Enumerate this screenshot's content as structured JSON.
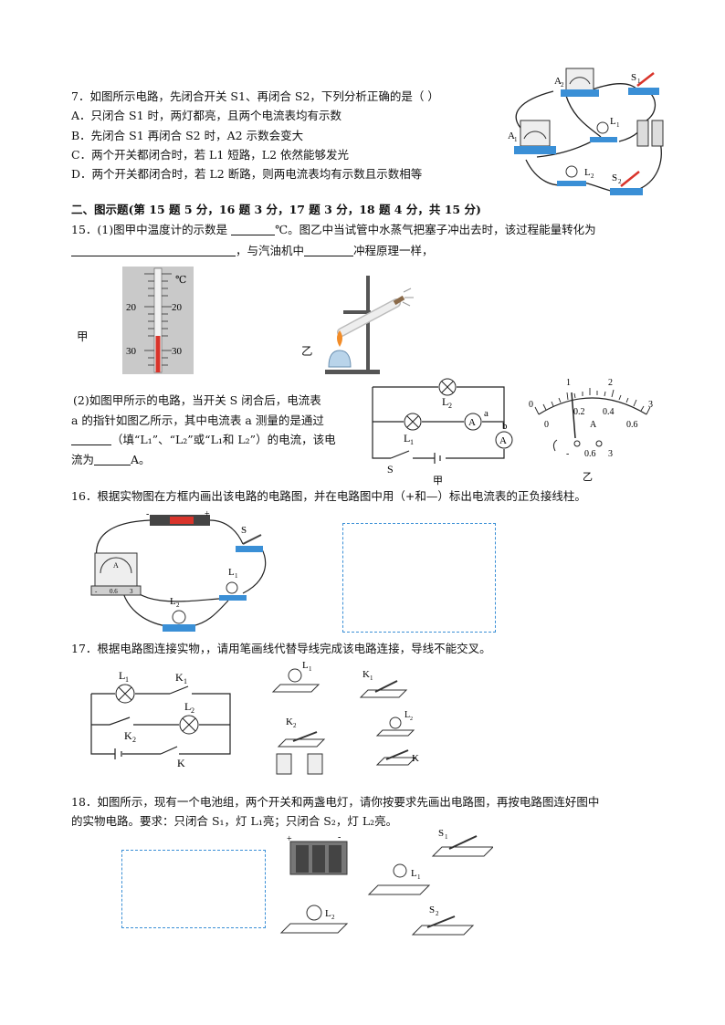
{
  "q7": {
    "stem": "7．如图所示电路，先闭合开关 S1、再闭合 S2，下列分析正确的是（        ）",
    "options": [
      "A．只闭合 S1 时，两灯都亮，且两个电流表均有示数",
      "B．先闭合 S1 再闭合 S2 时，A2 示数会变大",
      "C．两个开关都闭合时，若 L1 短路，L2 依然能够发光",
      "D．两个开关都闭合时，若 L2 断路，则两电流表均有示数且示数相等"
    ],
    "fig_labels": {
      "a2": "A",
      "a2sub": "2",
      "s1": "S",
      "s1sub": "1",
      "a1": "A",
      "a1sub": "1",
      "l1": "L",
      "l1sub": "1",
      "l2": "L",
      "l2sub": "2",
      "s2": "S",
      "s2sub": "2"
    }
  },
  "section2": {
    "title": "二、图示题(第 15 题 5 分，16 题 3 分，17 题 3 分，18 题 4 分，共 15 分)"
  },
  "q15": {
    "line1": "15．(1)图甲中温度计的示数是",
    "line1b": "℃。图乙中当试管中水蒸气把塞子冲出去时，该过程能量转化为",
    "line2": "，与汽油机中",
    "line2b": "冲程原理一样，",
    "thermo_unit": "℃",
    "thermo_ticks": [
      "20",
      "20",
      "30",
      "30"
    ],
    "jia": "甲",
    "yi": "乙",
    "p2_l1": "(2)如图甲所示的电路，当开关 S 闭合后，电流表",
    "p2_l2": "a 的指针如图乙所示，其中电流表 a 测量的是通过",
    "p2_l3": "（填“L₁”、“L₂”或“L₁和 L₂”）的电流，该电",
    "p2_l4a": "流为",
    "p2_l4b": "A。",
    "circuit_labels": {
      "l2": "L",
      "l2sub": "2",
      "l1": "L",
      "l1sub": "1",
      "a": "A",
      "b": "A",
      "pa": "a",
      "pb": "b",
      "s": "S",
      "jia": "甲"
    },
    "meter_labels": {
      "top": [
        "1",
        "2"
      ],
      "bot": [
        "0",
        "0.2",
        "0.4",
        "0.6"
      ],
      "zero": "0",
      "three": "3",
      "a": "A",
      "term": [
        "-",
        "0.6",
        "3"
      ],
      "yi": "乙"
    }
  },
  "q16": {
    "stem": "16．根据实物图在方框内画出该电路的电路图，并在电路图中用（+和—）标出电流表的正负接线柱。",
    "labels": {
      "minus": "-",
      "plus": "+",
      "s": "S",
      "l1": "L",
      "l1sub": "1",
      "l2": "L",
      "l2sub": "2",
      "meter": "A",
      "t1": "-",
      "t2": "0.6",
      "t3": "3"
    }
  },
  "q17": {
    "stem": "17．根据电路图连接实物，，请用笔画线代替导线完成该电路连接，导线不能交叉。",
    "labels": {
      "l1": "L",
      "l1sub": "1",
      "k1": "K",
      "k1sub": "1",
      "l2": "L",
      "l2sub": "2",
      "k2": "K",
      "k2sub": "2",
      "k": "K"
    }
  },
  "q18": {
    "stem1": "18．如图所示，现有一个电池组，两个开关和两盏电灯，请你按要求先画出电路图，再按电路图连好图中",
    "stem2": "的实物电路。要求：只闭合 S₁，灯 L₁亮；只闭合 S₂，灯 L₂亮。",
    "labels": {
      "s1": "S",
      "s1sub": "1",
      "l1": "L",
      "l1sub": "1",
      "l2": "L",
      "l2sub": "2",
      "s2": "S",
      "s2sub": "2",
      "plus": "+",
      "minus": "-"
    }
  },
  "colors": {
    "accent": "#3a8fd6",
    "red": "#d9342b",
    "meterblue": "#2f7fc4"
  }
}
